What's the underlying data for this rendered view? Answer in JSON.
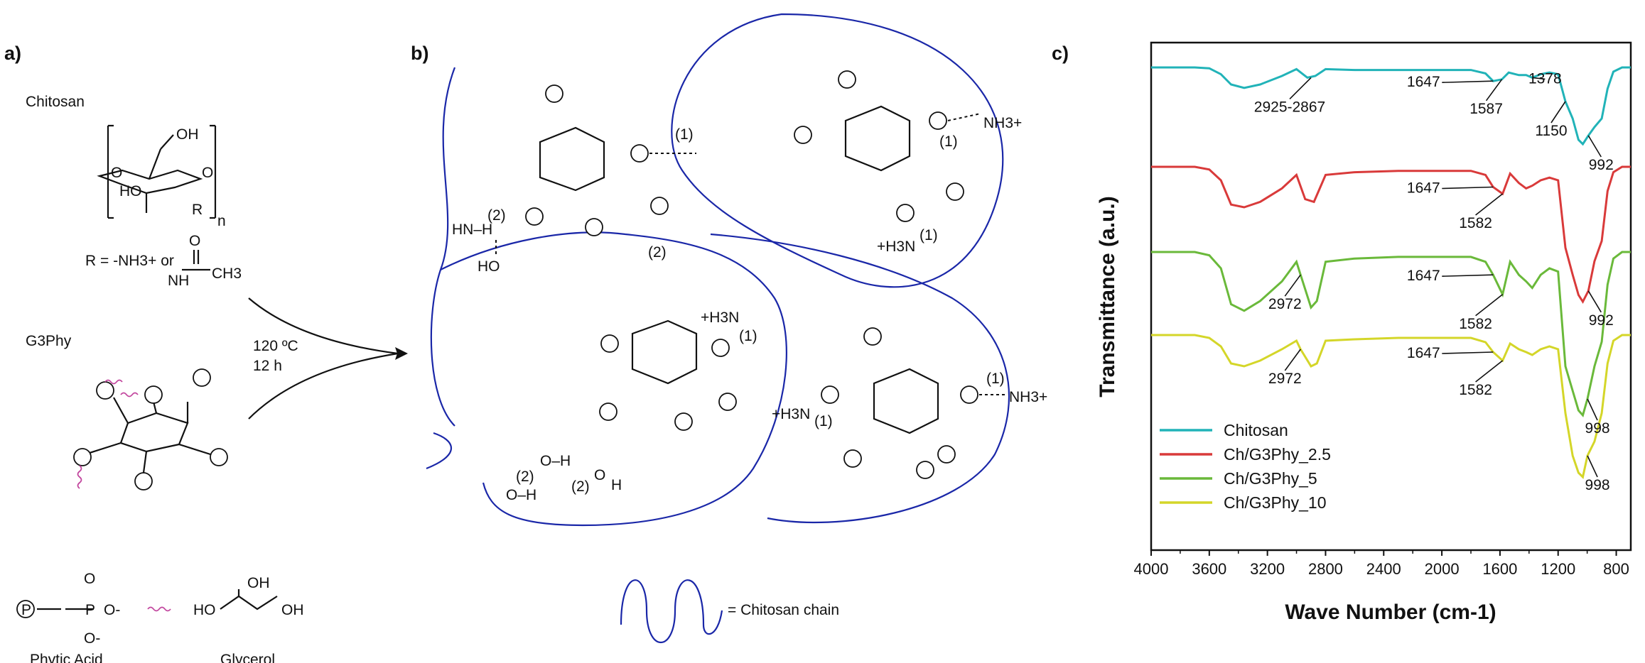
{
  "panel_a": {
    "label": "a)",
    "chitosan_title": "Chitosan",
    "chitosan_oh": "OH",
    "chitosan_ho": "HO",
    "chitosan_r": "R",
    "chitosan_n": "n",
    "r_def": "R = -NH3+ or",
    "amide_o": "O",
    "amide_nh": "NH",
    "amide_ch3": "CH3",
    "g3phy_title": "G3Phy",
    "conditions_temp": "120 ºC",
    "conditions_time": "12 h",
    "phosphate_label": "P",
    "phytic_acid_label": "Phytic Acid",
    "glycerol_label": "Glycerol",
    "glycerol_oh": "OH",
    "glycerol_ho": "HO",
    "glycerol_oh2": "OH",
    "po_o": "O",
    "po_om": "O-",
    "po_o2": "O-"
  },
  "panel_b": {
    "label": "b)",
    "legend_text": "= Chitosan chain",
    "interaction_1": "(1)",
    "interaction_2": "(2)",
    "nh3": "NH3+",
    "h3n": "+H3N",
    "hnh": "HN–H",
    "ho": "HO",
    "oh": "O–H",
    "water_o": "O",
    "water_h": "H"
  },
  "panel_c": {
    "label": "c)"
  },
  "chart_data": {
    "type": "line",
    "title": "",
    "xlabel": "Wave Number (cm-1)",
    "ylabel": "Transmittance (a.u.)",
    "xlim": [
      4000,
      700
    ],
    "x_reversed": true,
    "x_ticks": [
      4000,
      3600,
      3200,
      2800,
      2400,
      2000,
      1600,
      1200,
      800
    ],
    "y_ticks_shown": false,
    "grid": false,
    "legend_position": "bottom-left",
    "series": [
      {
        "name": "Chitosan",
        "color": "#21b3b8",
        "points": [
          [
            4000,
            0.0
          ],
          [
            3700,
            0.0
          ],
          [
            3600,
            0.01
          ],
          [
            3520,
            0.08
          ],
          [
            3450,
            0.2
          ],
          [
            3360,
            0.24
          ],
          [
            3250,
            0.2
          ],
          [
            3100,
            0.1
          ],
          [
            3000,
            0.02
          ],
          [
            2925,
            0.12
          ],
          [
            2870,
            0.1
          ],
          [
            2800,
            0.02
          ],
          [
            2600,
            0.03
          ],
          [
            2300,
            0.03
          ],
          [
            2000,
            0.03
          ],
          [
            1800,
            0.03
          ],
          [
            1700,
            0.07
          ],
          [
            1647,
            0.16
          ],
          [
            1587,
            0.14
          ],
          [
            1540,
            0.06
          ],
          [
            1470,
            0.09
          ],
          [
            1420,
            0.09
          ],
          [
            1378,
            0.12
          ],
          [
            1320,
            0.08
          ],
          [
            1260,
            0.06
          ],
          [
            1200,
            0.08
          ],
          [
            1150,
            0.4
          ],
          [
            1100,
            0.6
          ],
          [
            1060,
            0.85
          ],
          [
            1030,
            0.9
          ],
          [
            992,
            0.8
          ],
          [
            950,
            0.7
          ],
          [
            900,
            0.6
          ],
          [
            860,
            0.25
          ],
          [
            820,
            0.05
          ],
          [
            760,
            0.0
          ],
          [
            700,
            0.0
          ]
        ]
      },
      {
        "name": "Ch/G3Phy_2.5",
        "color": "#d93a3a",
        "points": [
          [
            4000,
            0.0
          ],
          [
            3700,
            0.0
          ],
          [
            3600,
            0.02
          ],
          [
            3520,
            0.1
          ],
          [
            3450,
            0.28
          ],
          [
            3360,
            0.3
          ],
          [
            3250,
            0.26
          ],
          [
            3100,
            0.16
          ],
          [
            3000,
            0.06
          ],
          [
            2940,
            0.24
          ],
          [
            2880,
            0.26
          ],
          [
            2800,
            0.06
          ],
          [
            2600,
            0.04
          ],
          [
            2300,
            0.03
          ],
          [
            2000,
            0.03
          ],
          [
            1800,
            0.03
          ],
          [
            1700,
            0.06
          ],
          [
            1647,
            0.15
          ],
          [
            1582,
            0.2
          ],
          [
            1530,
            0.05
          ],
          [
            1470,
            0.12
          ],
          [
            1420,
            0.16
          ],
          [
            1378,
            0.14
          ],
          [
            1320,
            0.1
          ],
          [
            1260,
            0.08
          ],
          [
            1200,
            0.1
          ],
          [
            1150,
            0.6
          ],
          [
            1100,
            0.8
          ],
          [
            1060,
            0.95
          ],
          [
            1030,
            1.0
          ],
          [
            992,
            0.92
          ],
          [
            950,
            0.7
          ],
          [
            900,
            0.55
          ],
          [
            860,
            0.18
          ],
          [
            820,
            0.04
          ],
          [
            760,
            0.0
          ],
          [
            700,
            0.0
          ]
        ]
      },
      {
        "name": "Ch/G3Phy_5",
        "color": "#6ab93a",
        "points": [
          [
            4000,
            0.0
          ],
          [
            3700,
            0.0
          ],
          [
            3600,
            0.02
          ],
          [
            3520,
            0.1
          ],
          [
            3450,
            0.32
          ],
          [
            3360,
            0.36
          ],
          [
            3250,
            0.3
          ],
          [
            3100,
            0.18
          ],
          [
            3000,
            0.06
          ],
          [
            2972,
            0.14
          ],
          [
            2900,
            0.34
          ],
          [
            2860,
            0.3
          ],
          [
            2800,
            0.06
          ],
          [
            2600,
            0.04
          ],
          [
            2300,
            0.03
          ],
          [
            2000,
            0.03
          ],
          [
            1800,
            0.03
          ],
          [
            1700,
            0.06
          ],
          [
            1647,
            0.14
          ],
          [
            1582,
            0.26
          ],
          [
            1530,
            0.06
          ],
          [
            1470,
            0.14
          ],
          [
            1420,
            0.18
          ],
          [
            1378,
            0.22
          ],
          [
            1320,
            0.14
          ],
          [
            1260,
            0.1
          ],
          [
            1200,
            0.12
          ],
          [
            1150,
            0.7
          ],
          [
            1100,
            0.85
          ],
          [
            1060,
            0.97
          ],
          [
            1030,
            1.0
          ],
          [
            998,
            0.9
          ],
          [
            950,
            0.7
          ],
          [
            900,
            0.55
          ],
          [
            860,
            0.2
          ],
          [
            820,
            0.04
          ],
          [
            760,
            0.0
          ],
          [
            700,
            0.0
          ]
        ]
      },
      {
        "name": "Ch/G3Phy_10",
        "color": "#d4d629",
        "points": [
          [
            4000,
            0.0
          ],
          [
            3700,
            0.0
          ],
          [
            3600,
            0.02
          ],
          [
            3520,
            0.08
          ],
          [
            3450,
            0.2
          ],
          [
            3360,
            0.22
          ],
          [
            3250,
            0.18
          ],
          [
            3100,
            0.1
          ],
          [
            3000,
            0.04
          ],
          [
            2972,
            0.1
          ],
          [
            2900,
            0.22
          ],
          [
            2860,
            0.2
          ],
          [
            2800,
            0.04
          ],
          [
            2600,
            0.03
          ],
          [
            2300,
            0.02
          ],
          [
            2000,
            0.02
          ],
          [
            1800,
            0.02
          ],
          [
            1700,
            0.05
          ],
          [
            1647,
            0.12
          ],
          [
            1582,
            0.18
          ],
          [
            1530,
            0.06
          ],
          [
            1470,
            0.1
          ],
          [
            1420,
            0.12
          ],
          [
            1378,
            0.14
          ],
          [
            1320,
            0.1
          ],
          [
            1260,
            0.08
          ],
          [
            1200,
            0.1
          ],
          [
            1150,
            0.55
          ],
          [
            1100,
            0.85
          ],
          [
            1060,
            0.97
          ],
          [
            1030,
            1.0
          ],
          [
            998,
            0.85
          ],
          [
            950,
            0.75
          ],
          [
            900,
            0.55
          ],
          [
            860,
            0.2
          ],
          [
            820,
            0.04
          ],
          [
            760,
            0.0
          ],
          [
            700,
            0.0
          ]
        ]
      }
    ],
    "annotations": [
      {
        "text": "1647",
        "x": 1647,
        "series": 0
      },
      {
        "text": "1378",
        "x": 1378,
        "series": 0
      },
      {
        "text": "2925-2867",
        "x": 2900,
        "series": 0
      },
      {
        "text": "1587",
        "x": 1587,
        "series": 0
      },
      {
        "text": "1150",
        "x": 1150,
        "series": 0
      },
      {
        "text": "992",
        "x": 992,
        "series": 0
      },
      {
        "text": "1647",
        "x": 1647,
        "series": 1
      },
      {
        "text": "1582",
        "x": 1582,
        "series": 1
      },
      {
        "text": "992",
        "x": 992,
        "series": 1
      },
      {
        "text": "1647",
        "x": 1647,
        "series": 2
      },
      {
        "text": "2972",
        "x": 2972,
        "series": 2
      },
      {
        "text": "1582",
        "x": 1582,
        "series": 2
      },
      {
        "text": "998",
        "x": 998,
        "series": 2
      },
      {
        "text": "1647",
        "x": 1647,
        "series": 3
      },
      {
        "text": "2972",
        "x": 2972,
        "series": 3
      },
      {
        "text": "1582",
        "x": 1582,
        "series": 3
      },
      {
        "text": "998",
        "x": 998,
        "series": 3
      }
    ]
  }
}
